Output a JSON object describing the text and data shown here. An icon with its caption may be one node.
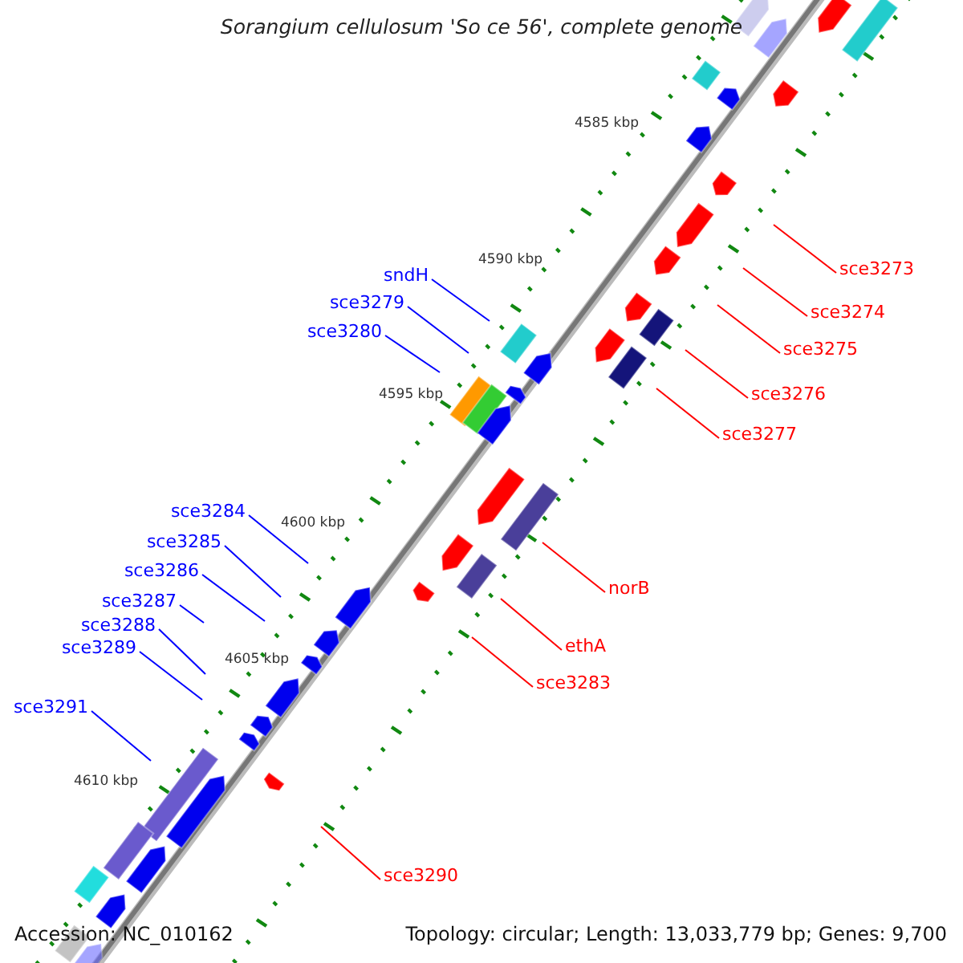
{
  "diagram": {
    "title": "Sorangium cellulosum 'So ce 56', complete genome",
    "nodes": [
      {
        "text": [
          "sndH"
        ]
      },
      {
        "text": [
          "sce3279"
        ]
      },
      {
        "text": [
          "sce3280"
        ]
      },
      {
        "text": [
          "sce3273"
        ]
      },
      {
        "text": [
          "sce3274"
        ]
      },
      {
        "text": [
          "sce3275"
        ]
      },
      {
        "text": [
          "sce3276"
        ]
      },
      {
        "text": [
          "sce3277"
        ]
      },
      {
        "text": [
          "sce3284"
        ]
      },
      {
        "text": [
          "sce3285"
        ]
      },
      {
        "text": [
          "sce3286"
        ]
      },
      {
        "text": [
          "sce3287"
        ]
      },
      {
        "text": [
          "sce3288"
        ]
      },
      {
        "text": [
          "sce3289"
        ]
      },
      {
        "text": [
          "norB"
        ]
      },
      {
        "text": [
          "ethA"
        ]
      },
      {
        "text": [
          "sce3283"
        ]
      },
      {
        "text": [
          "sce3291"
        ]
      },
      {
        "text": [
          "sce3290"
        ]
      }
    ],
    "edges": [
      {
        "from": 0,
        "to": null,
        "arrow": "none"
      },
      {
        "from": 1,
        "to": null,
        "arrow": "none"
      },
      {
        "from": 2,
        "to": null,
        "arrow": "none"
      },
      {
        "from": 3,
        "to": null,
        "arrow": "none",
        "color": "#ff0000"
      },
      {
        "from": 4,
        "to": null,
        "arrow": "none",
        "color": "#ff0000"
      },
      {
        "from": 5,
        "to": null,
        "arrow": "none",
        "color": "#ff0000"
      },
      {
        "from": 6,
        "to": null,
        "arrow": "none",
        "color": "#ff0000"
      },
      {
        "from": 7,
        "to": null,
        "arrow": "none",
        "color": "#ff0000"
      },
      {
        "from": 8,
        "to": null,
        "arrow": "none"
      },
      {
        "from": 9,
        "to": null,
        "arrow": "none"
      },
      {
        "from": 10,
        "to": null,
        "arrow": "none"
      },
      {
        "from": 11,
        "to": null,
        "arrow": "none"
      },
      {
        "from": 12,
        "to": null,
        "arrow": "none"
      },
      {
        "from": 13,
        "to": null,
        "arrow": "none"
      },
      {
        "from": 14,
        "to": null,
        "arrow": "none",
        "color": "#ff0000"
      },
      {
        "from": 15,
        "to": null,
        "arrow": "none",
        "color": "#ff0000"
      },
      {
        "from": 16,
        "to": null,
        "arrow": "none",
        "color": "#ff0000"
      },
      {
        "from": 17,
        "to": null,
        "arrow": "none"
      },
      {
        "from": 18,
        "to": null,
        "arrow": "none",
        "color": "#ff0000"
      }
    ],
    "labels": [
      "4585 kbp",
      "4590 kbp",
      "4595 kbp",
      "4600 kbp",
      "4605 kbp",
      "4610 kbp",
      "Accession: NC_010162",
      "Topology: circular; Length: 13,033,779 bp; Genes: 9,700"
    ]
  }
}
